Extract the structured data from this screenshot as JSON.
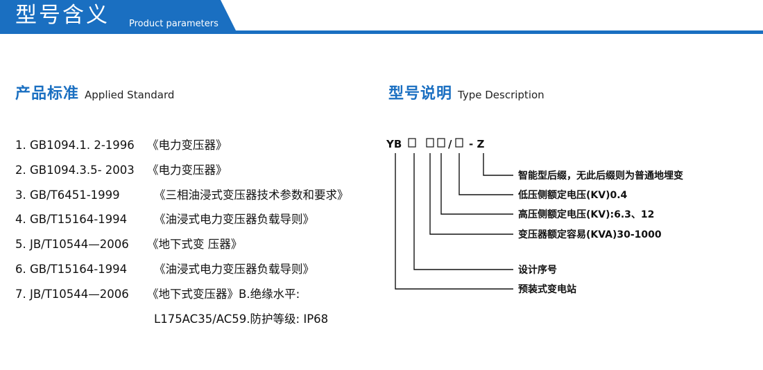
{
  "banner": {
    "title": "型号含义",
    "subtitle": "Product parameters",
    "color": "#1a6fc1"
  },
  "standard": {
    "heading": "产品标准",
    "heading_en": "Applied Standard",
    "items": [
      {
        "code": "1. GB1094.1. 2-1996",
        "name": "《电力变压器》"
      },
      {
        "code": "2. GB1094.3.5- 2003",
        "name": "《电力变压器》"
      },
      {
        "code": "3. GB/T6451-1999",
        "name": "《三相油浸式变压器技术参数和要求》"
      },
      {
        "code": "4. GB/T15164-1994",
        "name": "《油浸式电力变压器负载导则》"
      },
      {
        "code": "5. JB/T10544—2006",
        "name": "《地下式变 压器》"
      },
      {
        "code": "6. GB/T15164-1994",
        "name": "《油浸式电力变压器负载导则》"
      },
      {
        "code": "7. JB/T10544—2006",
        "name": "《地下式变压器》B.绝缘水平:"
      }
    ],
    "continuation": "L175AC35/AC59.防护等级: IP68"
  },
  "type_desc": {
    "heading": "型号说明",
    "heading_en": "Type Description",
    "code_prefix": "YB",
    "code_slash": "/",
    "code_suffix": "- Z",
    "descriptions": [
      "智能型后缀，无此后缀则为普通地埋变",
      "低压侧额定电压(KV)0.4",
      "高压侧额定电压(KV):6.3、12",
      "变压器额定容易(KVA)30-1000",
      "设计序号",
      "预装式变电站"
    ]
  }
}
